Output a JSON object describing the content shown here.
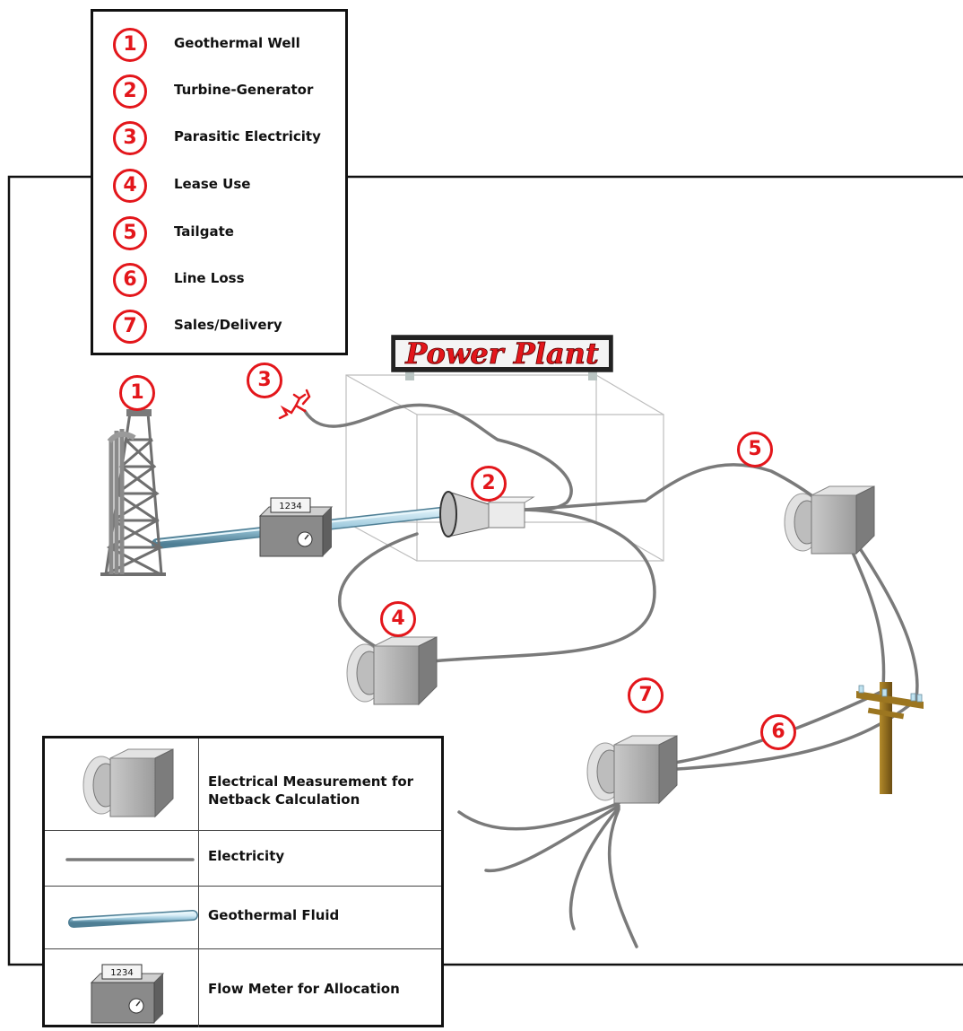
{
  "key": {
    "items": [
      {
        "num": "1",
        "label": "Geothermal Well"
      },
      {
        "num": "2",
        "label": "Turbine-Generator"
      },
      {
        "num": "3",
        "label": "Parasitic Electricity"
      },
      {
        "num": "4",
        "label": "Lease Use"
      },
      {
        "num": "5",
        "label": "Tailgate"
      },
      {
        "num": "6",
        "label": "Line Loss"
      },
      {
        "num": "7",
        "label": "Sales/Delivery"
      }
    ]
  },
  "sign": {
    "text": "Power Plant"
  },
  "meter": {
    "reading": "1234"
  },
  "legend": {
    "rows": [
      {
        "label": "Electrical Measurement for\nNetback Calculation"
      },
      {
        "label": "Electricity"
      },
      {
        "label": "Geothermal Fluid"
      },
      {
        "label": "Flow Meter for Allocation"
      }
    ]
  },
  "colors": {
    "accent_red": "#e3161b",
    "wire_gray": "#7a7a7a",
    "fluid_blue": "#a9cfe0",
    "pole_brown": "#8a6a1e"
  }
}
